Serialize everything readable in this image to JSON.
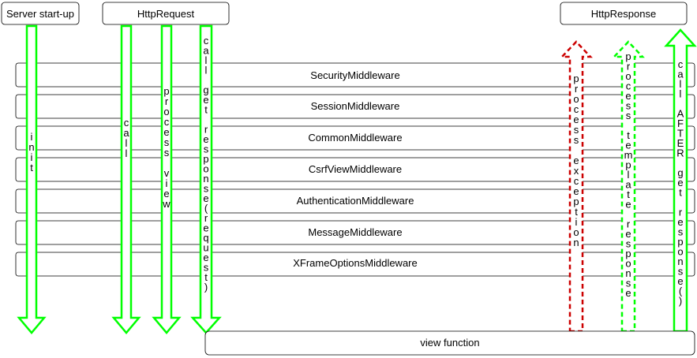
{
  "header_boxes": {
    "server_startup": "Server start-up",
    "http_request": "HttpRequest",
    "http_response": "HttpResponse"
  },
  "middlewares": [
    "SecurityMiddleware",
    "SessionMiddleware",
    "CommonMiddleware",
    "CsrfViewMiddleware",
    "AuthenticationMiddleware",
    "MessageMiddleware",
    "XFrameOptionsMiddleware"
  ],
  "view_function": "view function",
  "arrows": {
    "init": "init",
    "call": "call",
    "process_view": "process view",
    "call_get_response": "call get response(request)",
    "process_exception": "process exception",
    "process_template_response": "process template response",
    "call_after_get_response": "call AFTER get response()"
  },
  "colors": {
    "arrow_green": "#00ff00",
    "arrow_red": "#cc0000",
    "outline": "#000000",
    "background": "#ffffff"
  }
}
